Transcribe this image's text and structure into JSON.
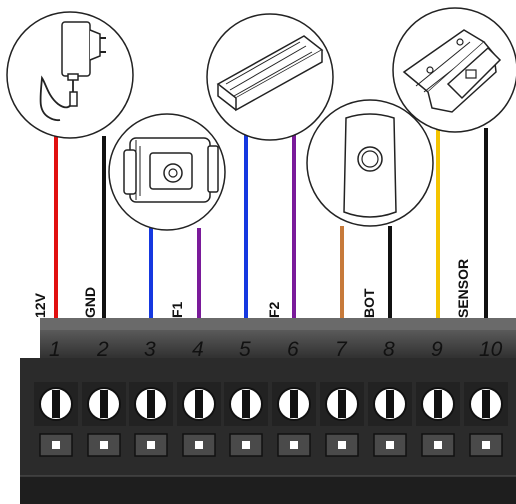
{
  "colors": {
    "red": "#e11010",
    "black": "#111111",
    "blue": "#1538e0",
    "purple": "#7a1a9a",
    "orange": "#c77a3a",
    "yellow": "#f4c400",
    "block_body": "#2b2b2b",
    "block_top": "#3a3a3a"
  },
  "devices": [
    {
      "name": "power-adapter",
      "icon": "wall-adapter-icon"
    },
    {
      "name": "lock",
      "icon": "electric-lock-icon"
    },
    {
      "name": "mag-lock",
      "icon": "magnetic-lock-icon"
    },
    {
      "name": "button",
      "icon": "push-button-icon"
    },
    {
      "name": "sensor",
      "icon": "door-sensor-icon"
    }
  ],
  "wires": [
    {
      "label": "12V",
      "color": "red"
    },
    {
      "label": "GND",
      "color": "black"
    },
    {
      "label": "",
      "color": "blue"
    },
    {
      "label": "F1",
      "color": "purple"
    },
    {
      "label": "",
      "color": "blue"
    },
    {
      "label": "F2",
      "color": "purple"
    },
    {
      "label": "",
      "color": "orange"
    },
    {
      "label": "BOT",
      "color": "black"
    },
    {
      "label": "",
      "color": "yellow"
    },
    {
      "label": "SENSOR",
      "color": "black"
    }
  ],
  "terminals": [
    "1",
    "2",
    "3",
    "4",
    "5",
    "6",
    "7",
    "8",
    "9",
    "10"
  ]
}
